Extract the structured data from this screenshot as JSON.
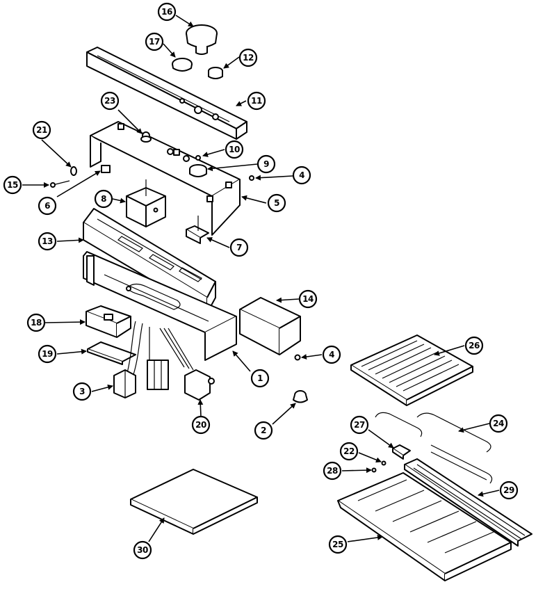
{
  "diagram": {
    "callouts": [
      {
        "label": "1"
      },
      {
        "label": "2"
      },
      {
        "label": "3"
      },
      {
        "label": "4"
      },
      {
        "label": "4"
      },
      {
        "label": "5"
      },
      {
        "label": "6"
      },
      {
        "label": "7"
      },
      {
        "label": "8"
      },
      {
        "label": "9"
      },
      {
        "label": "10"
      },
      {
        "label": "11"
      },
      {
        "label": "12"
      },
      {
        "label": "13"
      },
      {
        "label": "14"
      },
      {
        "label": "15"
      },
      {
        "label": "16"
      },
      {
        "label": "17"
      },
      {
        "label": "18"
      },
      {
        "label": "19"
      },
      {
        "label": "20"
      },
      {
        "label": "21"
      },
      {
        "label": "22"
      },
      {
        "label": "23"
      },
      {
        "label": "24"
      },
      {
        "label": "25"
      },
      {
        "label": "26"
      },
      {
        "label": "27"
      },
      {
        "label": "28"
      },
      {
        "label": "29"
      },
      {
        "label": "30"
      }
    ]
  }
}
